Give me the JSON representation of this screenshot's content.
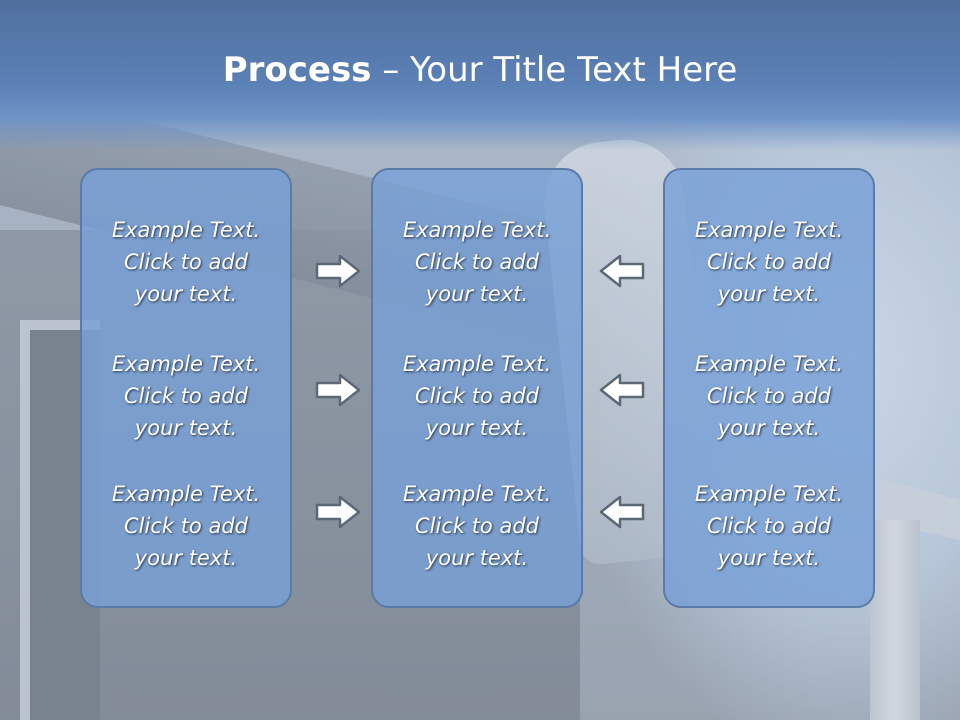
{
  "title": {
    "bold": "Process",
    "rest": " – Your Title Text Here"
  },
  "panels": [
    {
      "blocks": [
        [
          "Example Text.",
          "Click  to add",
          "your text."
        ],
        [
          "Example Text.",
          "Click  to add",
          "your text."
        ],
        [
          "Example Text.",
          "Click  to add",
          "your text."
        ]
      ]
    },
    {
      "blocks": [
        [
          "Example Text.",
          "Click  to add",
          "your text."
        ],
        [
          "Example Text.",
          "Click  to add",
          "your text."
        ],
        [
          "Example Text.",
          "Click  to add",
          "your text."
        ]
      ]
    },
    {
      "blocks": [
        [
          "Example Text.",
          "Click  to add",
          "your text."
        ],
        [
          "Example Text.",
          "Click  to add",
          "your text."
        ],
        [
          "Example Text.",
          "Click  to add",
          "your text."
        ]
      ]
    }
  ],
  "arrows": {
    "left_column": "right-arrow-icon",
    "right_column": "left-arrow-icon"
  },
  "colors": {
    "header": "#5b80b5",
    "panel_fill": "#78a0d7",
    "panel_border": "#5a7aa8",
    "text": "#ffffff"
  }
}
